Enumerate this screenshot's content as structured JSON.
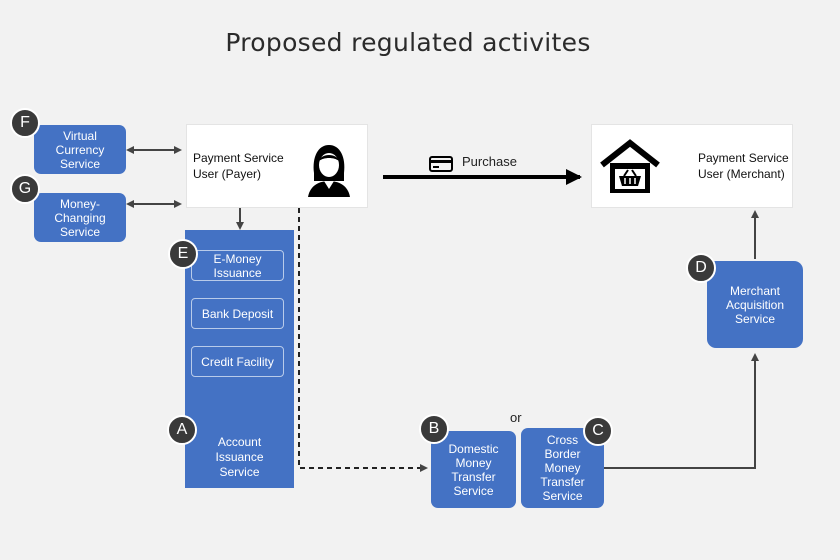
{
  "title": "Proposed regulated activites",
  "payer": {
    "label": "Payment Service\nUser (Payer)"
  },
  "merchant": {
    "label": "Payment Service\nUser (Merchant)"
  },
  "purchase_label": "Purchase",
  "or_label": "or",
  "services": {
    "virtual_currency": {
      "badge": "F",
      "label": "Virtual\nCurrency\nService"
    },
    "money_changing": {
      "badge": "G",
      "label": "Money-\nChanging\nService"
    },
    "account_issuance": {
      "badge": "A",
      "label": "Account\nIssuance\nService",
      "items": [
        {
          "badge": "E",
          "label": "E-Money\nIssuance"
        },
        {
          "label": "Bank Deposit"
        },
        {
          "label": "Credit Facility"
        }
      ]
    },
    "domestic_transfer": {
      "badge": "B",
      "label": "Domestic\nMoney\nTransfer\nService"
    },
    "cross_border_transfer": {
      "badge": "C",
      "label": "Cross\nBorder\nMoney\nTransfer\nService"
    },
    "merchant_acquisition": {
      "badge": "D",
      "label": "Merchant\nAcquisition\nService"
    }
  },
  "icons": {
    "payer": "woman-user-icon",
    "merchant": "shop-basket-icon",
    "purchase": "credit-card-icon"
  },
  "colors": {
    "service_blue": "#4472c4",
    "badge_dark": "#3a3a3a",
    "background": "#f2f2f2"
  }
}
